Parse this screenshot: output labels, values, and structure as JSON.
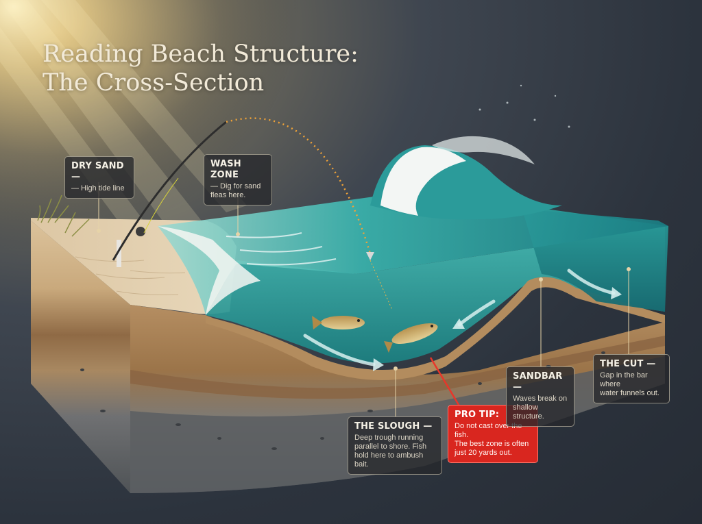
{
  "title": {
    "line1": "Reading Beach Structure:",
    "line2": "The Cross-Section"
  },
  "callouts": {
    "dry_sand": {
      "title": "DRY SAND —",
      "desc": "— High tide line"
    },
    "wash_zone": {
      "title": "WASH ZONE",
      "desc_l1": "— Dig for sand",
      "desc_l2": "fleas here."
    },
    "slough": {
      "title": "THE SLOUGH —",
      "desc_l1": "Deep trough running",
      "desc_l2": "parallel to shore. Fish",
      "desc_l3": "hold here to ambush bait."
    },
    "pro_tip": {
      "title": "PRO TIP:",
      "desc_l1": "Do not cast over the fish.",
      "desc_l2": "The best zone is often",
      "desc_l3": "just 20 yards out."
    },
    "sandbar": {
      "title": "SANDBAR —",
      "desc_l1": "Waves break on",
      "desc_l2": "shallow structure."
    },
    "cut": {
      "title": "THE CUT —",
      "desc_l1": "Gap in the bar where",
      "desc_l2": "water funnels out."
    }
  },
  "colors": {
    "pro_tip": "#d9261f",
    "water": "#2fa7a3",
    "sand": "#c9ad84",
    "cast_line": "#f0a338"
  }
}
